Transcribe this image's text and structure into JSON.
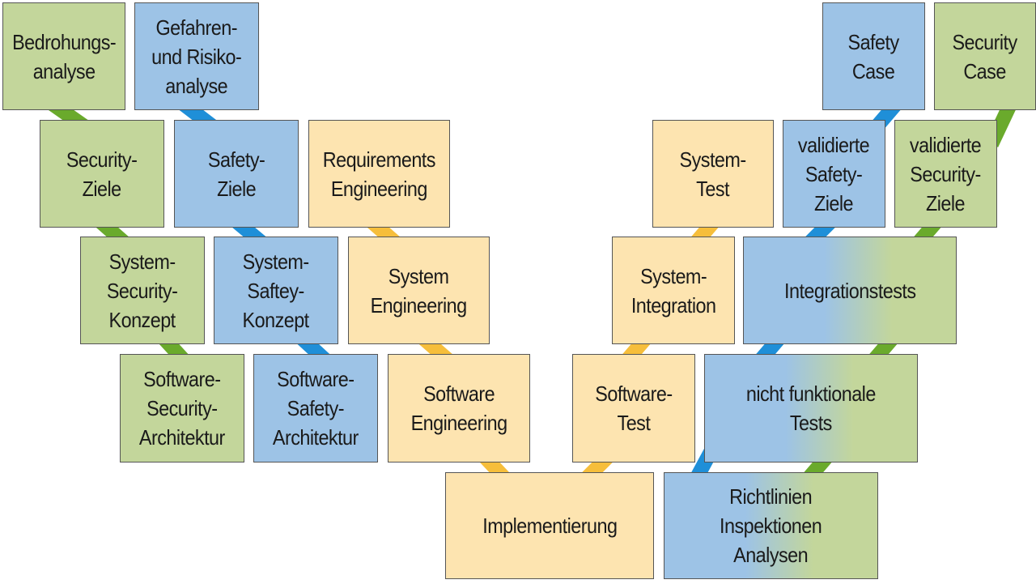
{
  "colors": {
    "green_fill": "#c3d69b",
    "blue_fill": "#9dc3e6",
    "tan_fill": "#fde4b0",
    "green_connector": "#6aaa2c",
    "blue_connector": "#1f8fd8",
    "tan_connector": "#f6be3b"
  },
  "boxes": {
    "bedrohungsanalyse": "Bedrohungs-\nanalyse",
    "gefahren_risikoanalyse": "Gefahren-\nund Risiko-\nanalyse",
    "security_ziele": "Security-\nZiele",
    "safety_ziele": "Safety-\nZiele",
    "requirements_engineering": "Requirements\nEngineering",
    "system_security_konzept": "System-\nSecurity-\nKonzept",
    "system_safety_konzept": "System-\nSaftey-\nKonzept",
    "system_engineering": "System\nEngineering",
    "software_security_architektur": "Software-\nSecurity-\nArchitektur",
    "software_safety_architektur": "Software-\nSafety-\nArchitektur",
    "software_engineering": "Software\nEngineering",
    "implementierung": "Implementierung",
    "software_test": "Software-\nTest",
    "nicht_funktionale_tests": "nicht funktionale\nTests",
    "richtlinien": "Richtlinien\nInspektionen\nAnalysen",
    "system_integration": "System-\nIntegration",
    "integrationstests": "Integrationstests",
    "system_test": "System-\nTest",
    "validierte_safety_ziele": "validierte\nSafety-\nZiele",
    "validierte_security_ziele": "validierte\nSecurity-\nZiele",
    "safety_case": "Safety\nCase",
    "security_case": "Security\nCase"
  }
}
